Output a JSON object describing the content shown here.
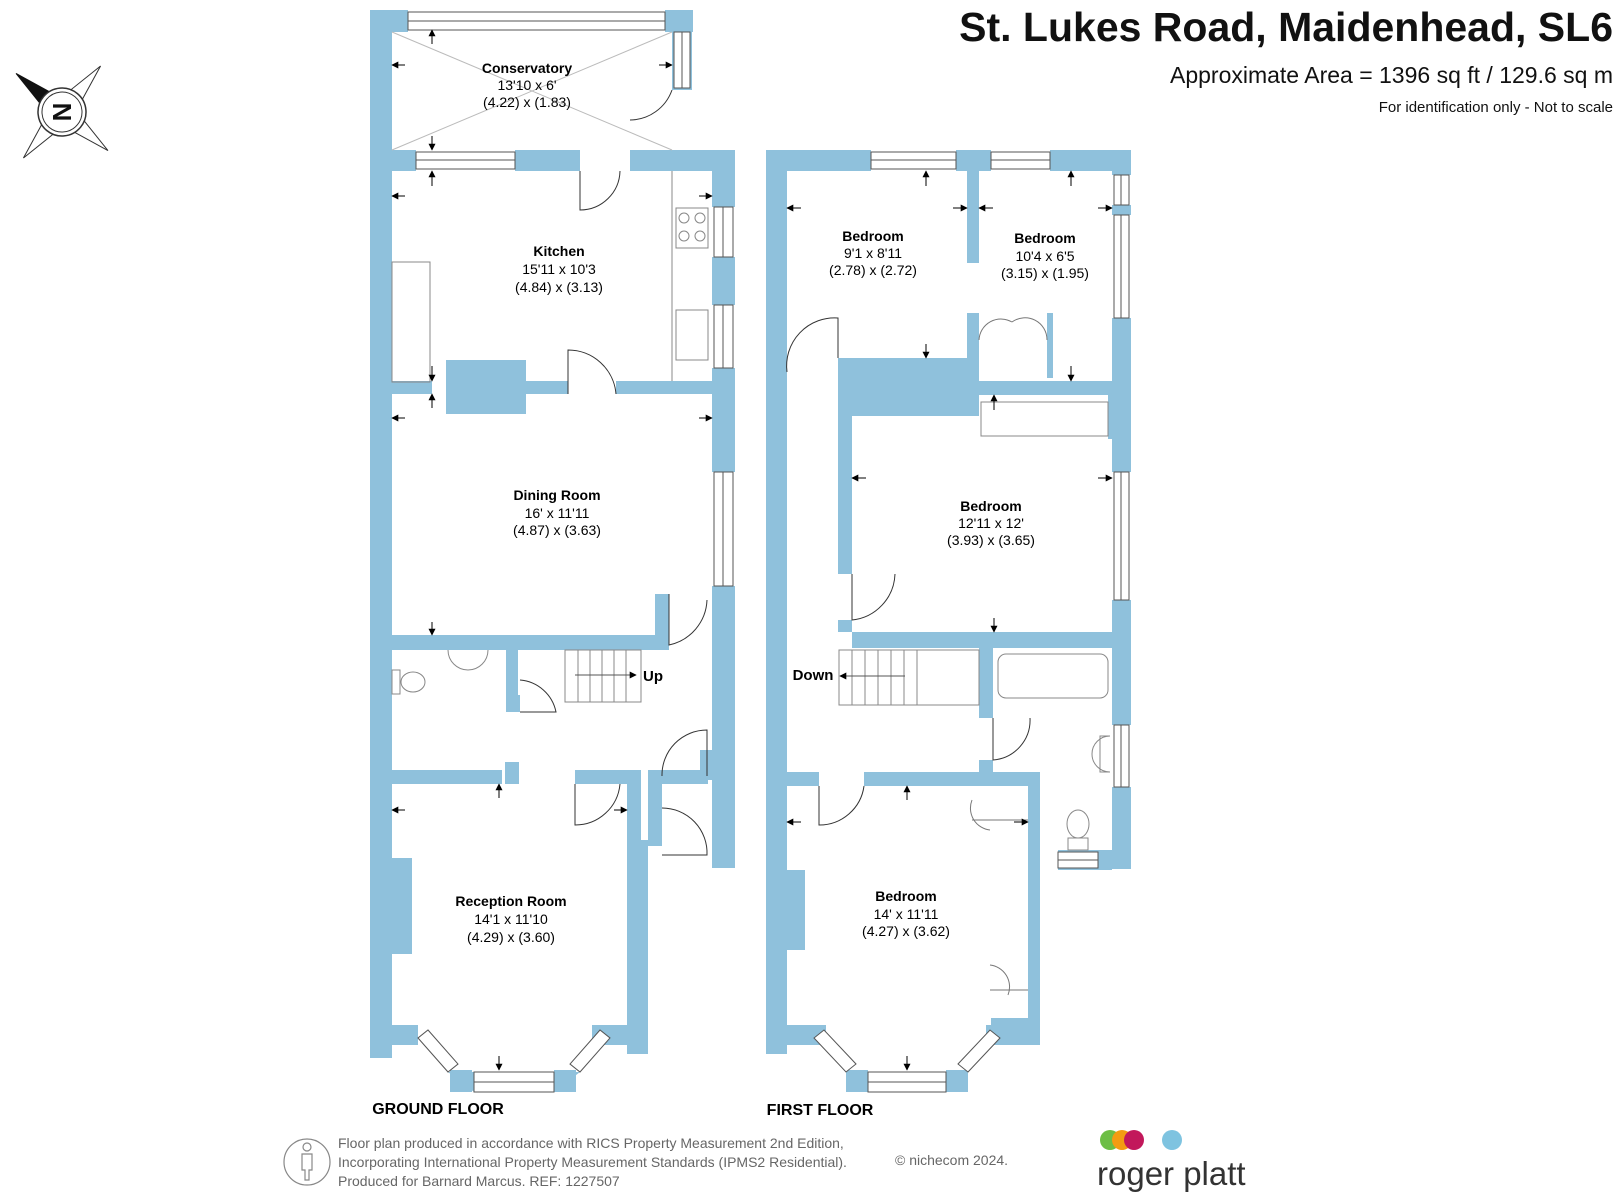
{
  "header": {
    "title": "St. Lukes Road, Maidenhead, SL6",
    "area": "Approximate Area = 1396 sq ft / 129.6 sq m",
    "note": "For identification only - Not to scale"
  },
  "compass": {
    "icon": "north-arrow-icon",
    "letter": "N"
  },
  "floors": {
    "ground": {
      "label": "GROUND FLOOR",
      "stairs_label": "Up",
      "rooms": [
        {
          "name": "Conservatory",
          "imperial": "13'10 x 6'",
          "metric": "(4.22) x (1.83)"
        },
        {
          "name": "Kitchen",
          "imperial": "15'11 x 10'3",
          "metric": "(4.84) x (3.13)"
        },
        {
          "name": "Dining Room",
          "imperial": "16' x 11'11",
          "metric": "(4.87) x (3.63)"
        },
        {
          "name": "Reception Room",
          "imperial": "14'1 x 11'10",
          "metric": "(4.29) x (3.60)"
        }
      ]
    },
    "first": {
      "label": "FIRST FLOOR",
      "stairs_label": "Down",
      "rooms": [
        {
          "name": "Bedroom",
          "imperial": "9'1 x 8'11",
          "metric": "(2.78) x (2.72)"
        },
        {
          "name": "Bedroom",
          "imperial": "10'4 x 6'5",
          "metric": "(3.15) x (1.95)"
        },
        {
          "name": "Bedroom",
          "imperial": "12'11 x 12'",
          "metric": "(3.93) x (3.65)"
        },
        {
          "name": "Bedroom",
          "imperial": "14' x 11'11",
          "metric": "(4.27) x (3.62)"
        }
      ]
    }
  },
  "footer": {
    "line1": "Floor plan produced in accordance with RICS Property Measurement 2nd Edition,",
    "line2": "Incorporating International Property Measurement Standards (IPMS2 Residential).",
    "line3": "Produced for Barnard Marcus.   REF:  1227507",
    "copyright": "© nichecom 2024.",
    "person_icon": "person-icon"
  },
  "logo": {
    "text": "roger platt",
    "dot_colors": [
      "#6dbe45",
      "#f39c12",
      "#c2185b",
      "#7ec3e0"
    ]
  },
  "colors": {
    "wall": "#8fc1dc",
    "fixture": "#aaaaaa"
  }
}
